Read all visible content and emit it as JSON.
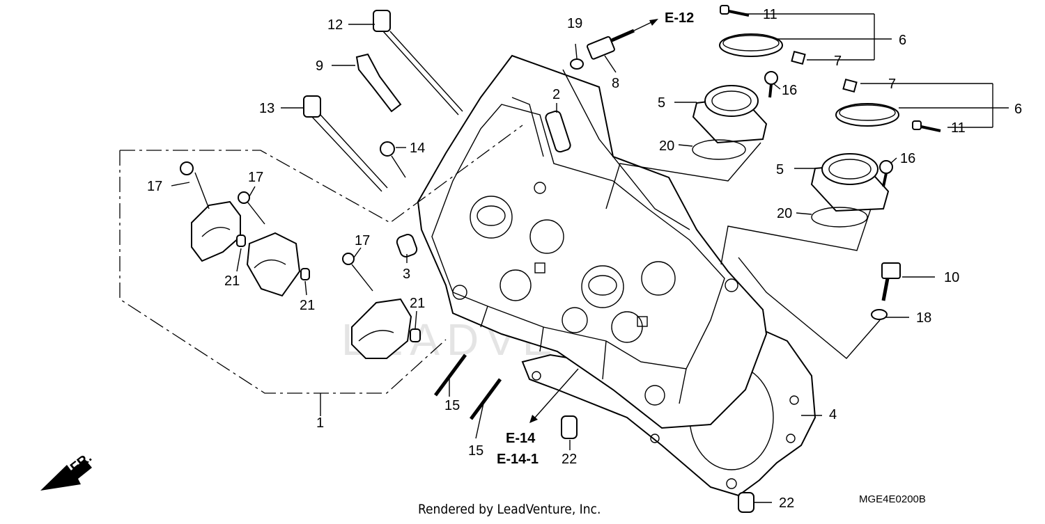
{
  "diagram": {
    "part_labels": [
      {
        "id": "1",
        "text": "1"
      },
      {
        "id": "2",
        "text": "2"
      },
      {
        "id": "3",
        "text": "3"
      },
      {
        "id": "4",
        "text": "4"
      },
      {
        "id": "5a",
        "text": "5"
      },
      {
        "id": "5b",
        "text": "5"
      },
      {
        "id": "6a",
        "text": "6"
      },
      {
        "id": "6b",
        "text": "6"
      },
      {
        "id": "7a",
        "text": "7"
      },
      {
        "id": "7b",
        "text": "7"
      },
      {
        "id": "8",
        "text": "8"
      },
      {
        "id": "9",
        "text": "9"
      },
      {
        "id": "10",
        "text": "10"
      },
      {
        "id": "11a",
        "text": "11"
      },
      {
        "id": "11b",
        "text": "11"
      },
      {
        "id": "12",
        "text": "12"
      },
      {
        "id": "13",
        "text": "13"
      },
      {
        "id": "14",
        "text": "14"
      },
      {
        "id": "15a",
        "text": "15"
      },
      {
        "id": "15b",
        "text": "15"
      },
      {
        "id": "16a",
        "text": "16"
      },
      {
        "id": "16b",
        "text": "16"
      },
      {
        "id": "17a",
        "text": "17"
      },
      {
        "id": "17b",
        "text": "17"
      },
      {
        "id": "17c",
        "text": "17"
      },
      {
        "id": "18",
        "text": "18"
      },
      {
        "id": "19",
        "text": "19"
      },
      {
        "id": "20a",
        "text": "20"
      },
      {
        "id": "20b",
        "text": "20"
      },
      {
        "id": "21a",
        "text": "21"
      },
      {
        "id": "21b",
        "text": "21"
      },
      {
        "id": "21c",
        "text": "21"
      },
      {
        "id": "22a",
        "text": "22"
      },
      {
        "id": "22b",
        "text": "22"
      }
    ],
    "section_refs": {
      "e12": "E-12",
      "e14": "E-14",
      "e14_1": "E-14-1"
    },
    "front_marker": "FR.",
    "diagram_code": "MGE4E0200B",
    "credit": "Rendered by LeadVenture, Inc.",
    "watermark": "LEADVENTURE"
  },
  "colors": {
    "line": "#000000",
    "background": "#ffffff",
    "watermark": "#e4e4e4"
  },
  "icons": {
    "front_arrow": "front-direction-arrow-icon"
  }
}
